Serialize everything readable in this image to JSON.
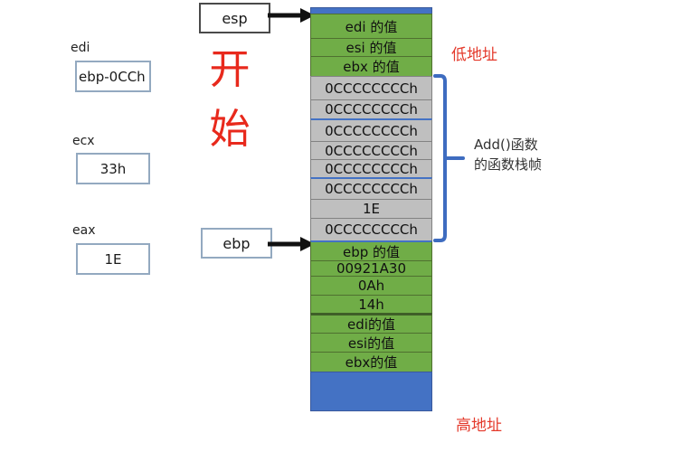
{
  "colors": {
    "green": "#70AD47",
    "gray": "#BFBFBF",
    "blue": "#4472C4",
    "red": "#E8392B"
  },
  "registers": [
    {
      "name": "edi",
      "value": "ebp-0CCh"
    },
    {
      "name": "ecx",
      "value": "33h"
    },
    {
      "name": "eax",
      "value": "1E"
    }
  ],
  "pointers": {
    "esp": "esp",
    "ebp": "ebp"
  },
  "annotations": {
    "start": "开\n始",
    "low_address": "低地址",
    "high_address": "高地址",
    "frame_label": "Add()函数\n的函数栈帧"
  },
  "stack": {
    "top_green": [
      "edi 的值",
      "esi 的值",
      "ebx 的值"
    ],
    "frame_gray": [
      "0CCCCCCCCh",
      "0CCCCCCCCh",
      "0CCCCCCCCh",
      "0CCCCCCCCh",
      "0CCCCCCCCh",
      "0CCCCCCCCh",
      "1E",
      "0CCCCCCCCh"
    ],
    "bottom_green": [
      "ebp 的值",
      "00921A30",
      "0Ah",
      "14h",
      "edi的值",
      "esi的值",
      "ebx的值"
    ]
  }
}
